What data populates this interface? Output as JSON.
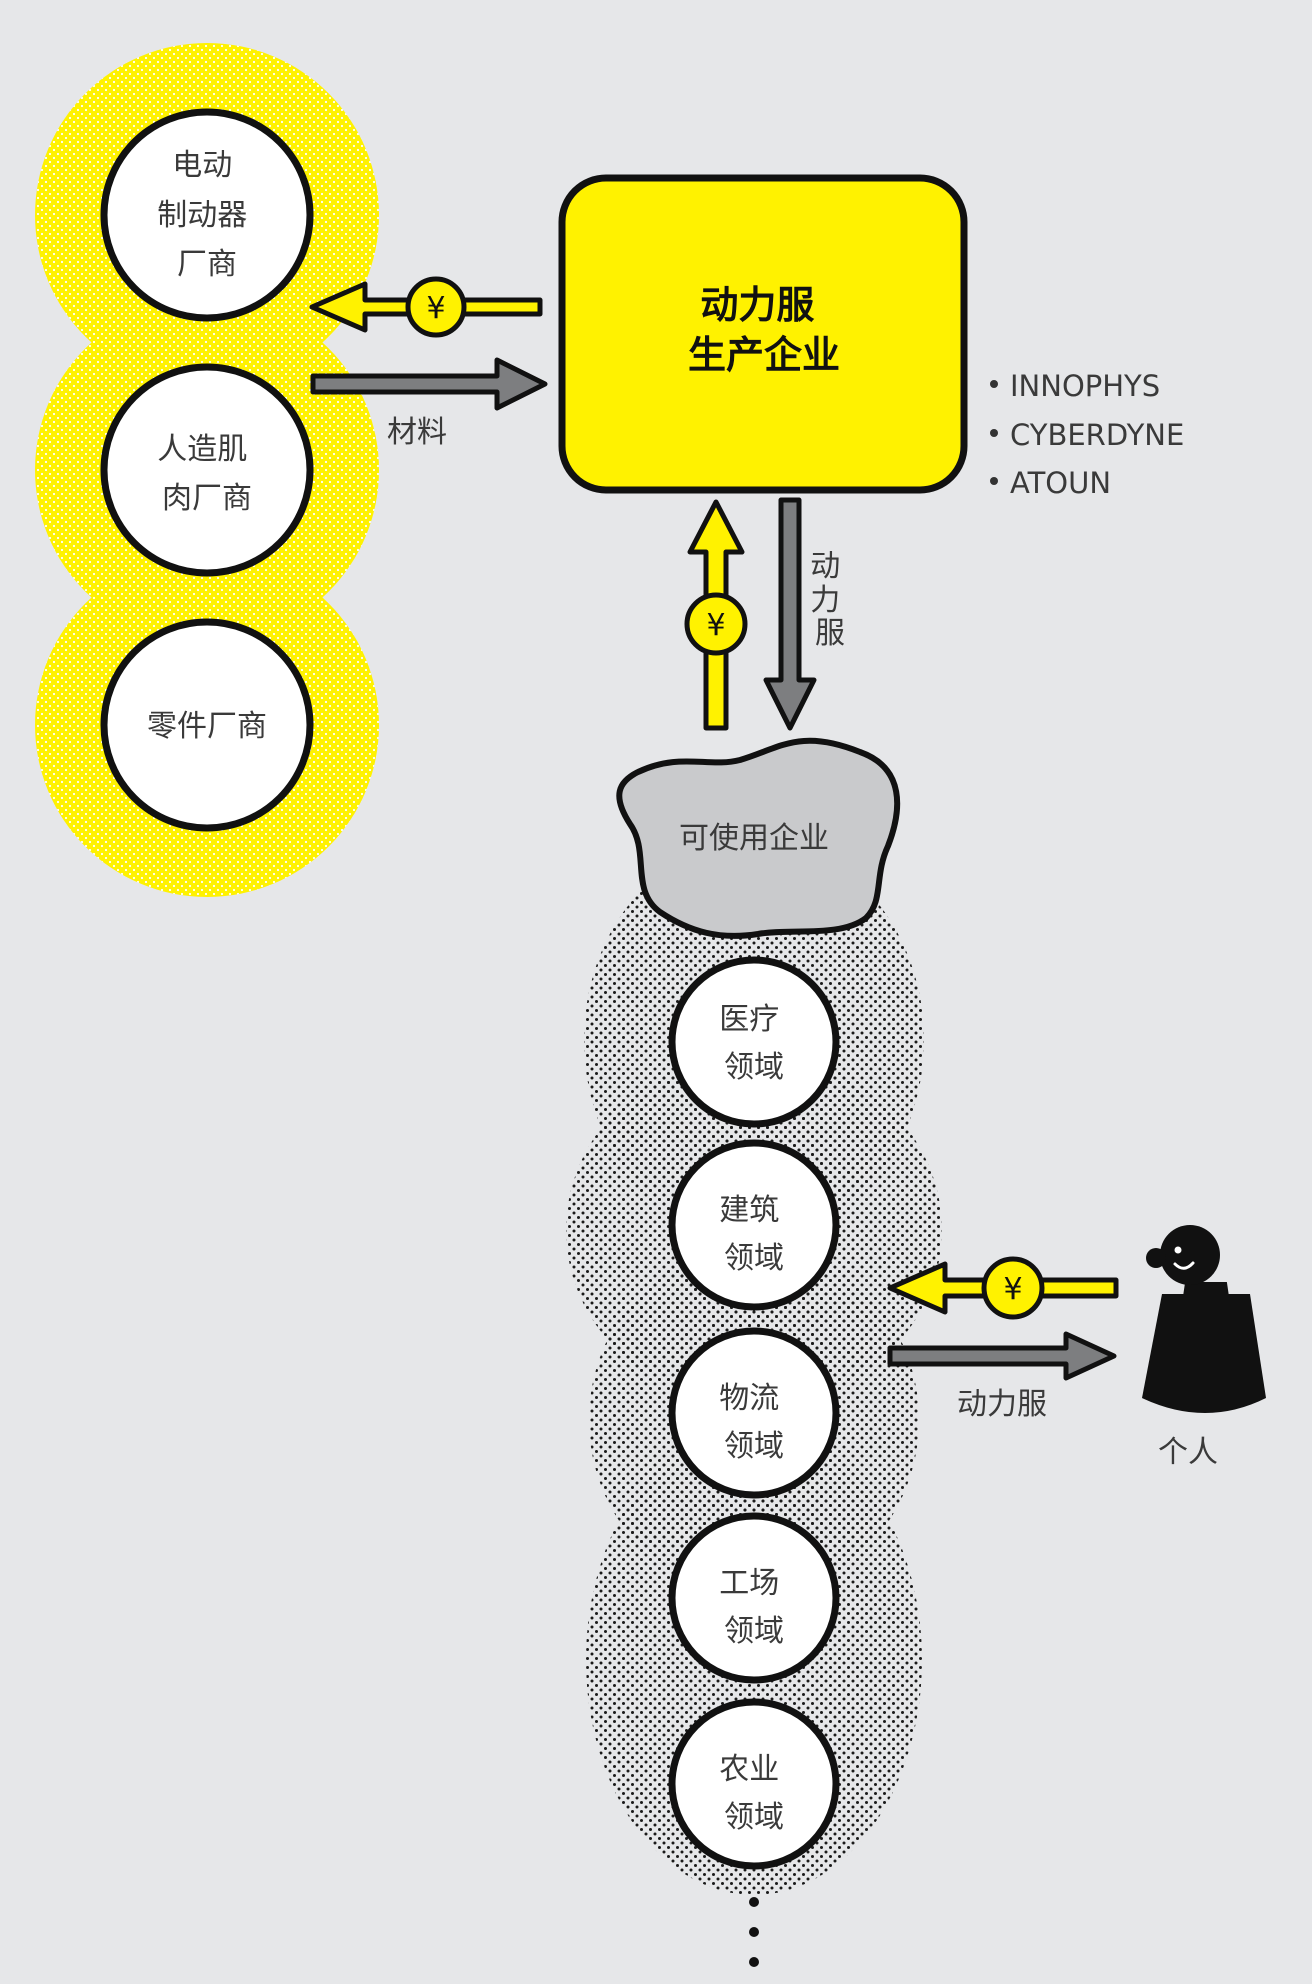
{
  "colors": {
    "background": "#e6e7e9",
    "accent_yellow": "#fff200",
    "arrow_gray": "#7d7e80",
    "cloud_gray": "#c9cacc",
    "outline": "#111111",
    "text": "#3a3a3a"
  },
  "suppliers": [
    {
      "lines": [
        "电动",
        "制动器",
        "厂商"
      ]
    },
    {
      "lines": [
        "人造肌",
        "肉厂商"
      ]
    },
    {
      "lines": [
        "零件厂商"
      ]
    }
  ],
  "manufacturer": {
    "lines": [
      "动力服",
      "生产企业"
    ],
    "companies": [
      "INNOPHYS",
      "CYBERDYNE",
      "ATOUN"
    ]
  },
  "flows": {
    "money_symbol": "¥",
    "materials_label": "材料",
    "product_label_vertical": [
      "动",
      "力",
      "服"
    ],
    "product_label": "动力服"
  },
  "user_company": {
    "label": "可使用企业"
  },
  "fields": [
    {
      "lines": [
        "医疗",
        "领域"
      ]
    },
    {
      "lines": [
        "建筑",
        "领域"
      ]
    },
    {
      "lines": [
        "物流",
        "领域"
      ]
    },
    {
      "lines": [
        "工场",
        "领域"
      ]
    },
    {
      "lines": [
        "农业",
        "领域"
      ]
    }
  ],
  "individual": {
    "label": "个人"
  }
}
